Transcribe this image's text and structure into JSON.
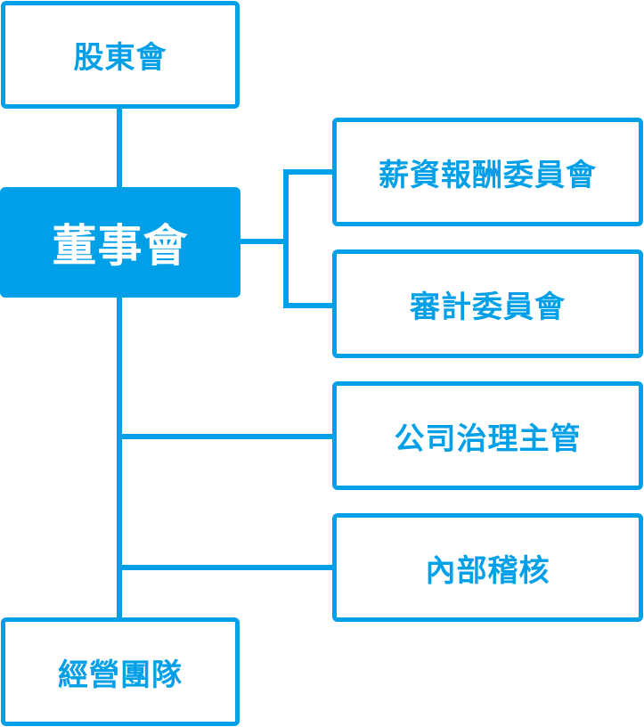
{
  "colors": {
    "accent": "#00A0E9",
    "text_on_accent": "#FFFFFF"
  },
  "nodes": {
    "shareholders": "股東會",
    "board": "董事會",
    "compensation_committee": "薪資報酬委員會",
    "audit_committee": "審計委員會",
    "governance_officer": "公司治理主管",
    "internal_audit": "內部稽核",
    "management_team": "經營團隊"
  }
}
